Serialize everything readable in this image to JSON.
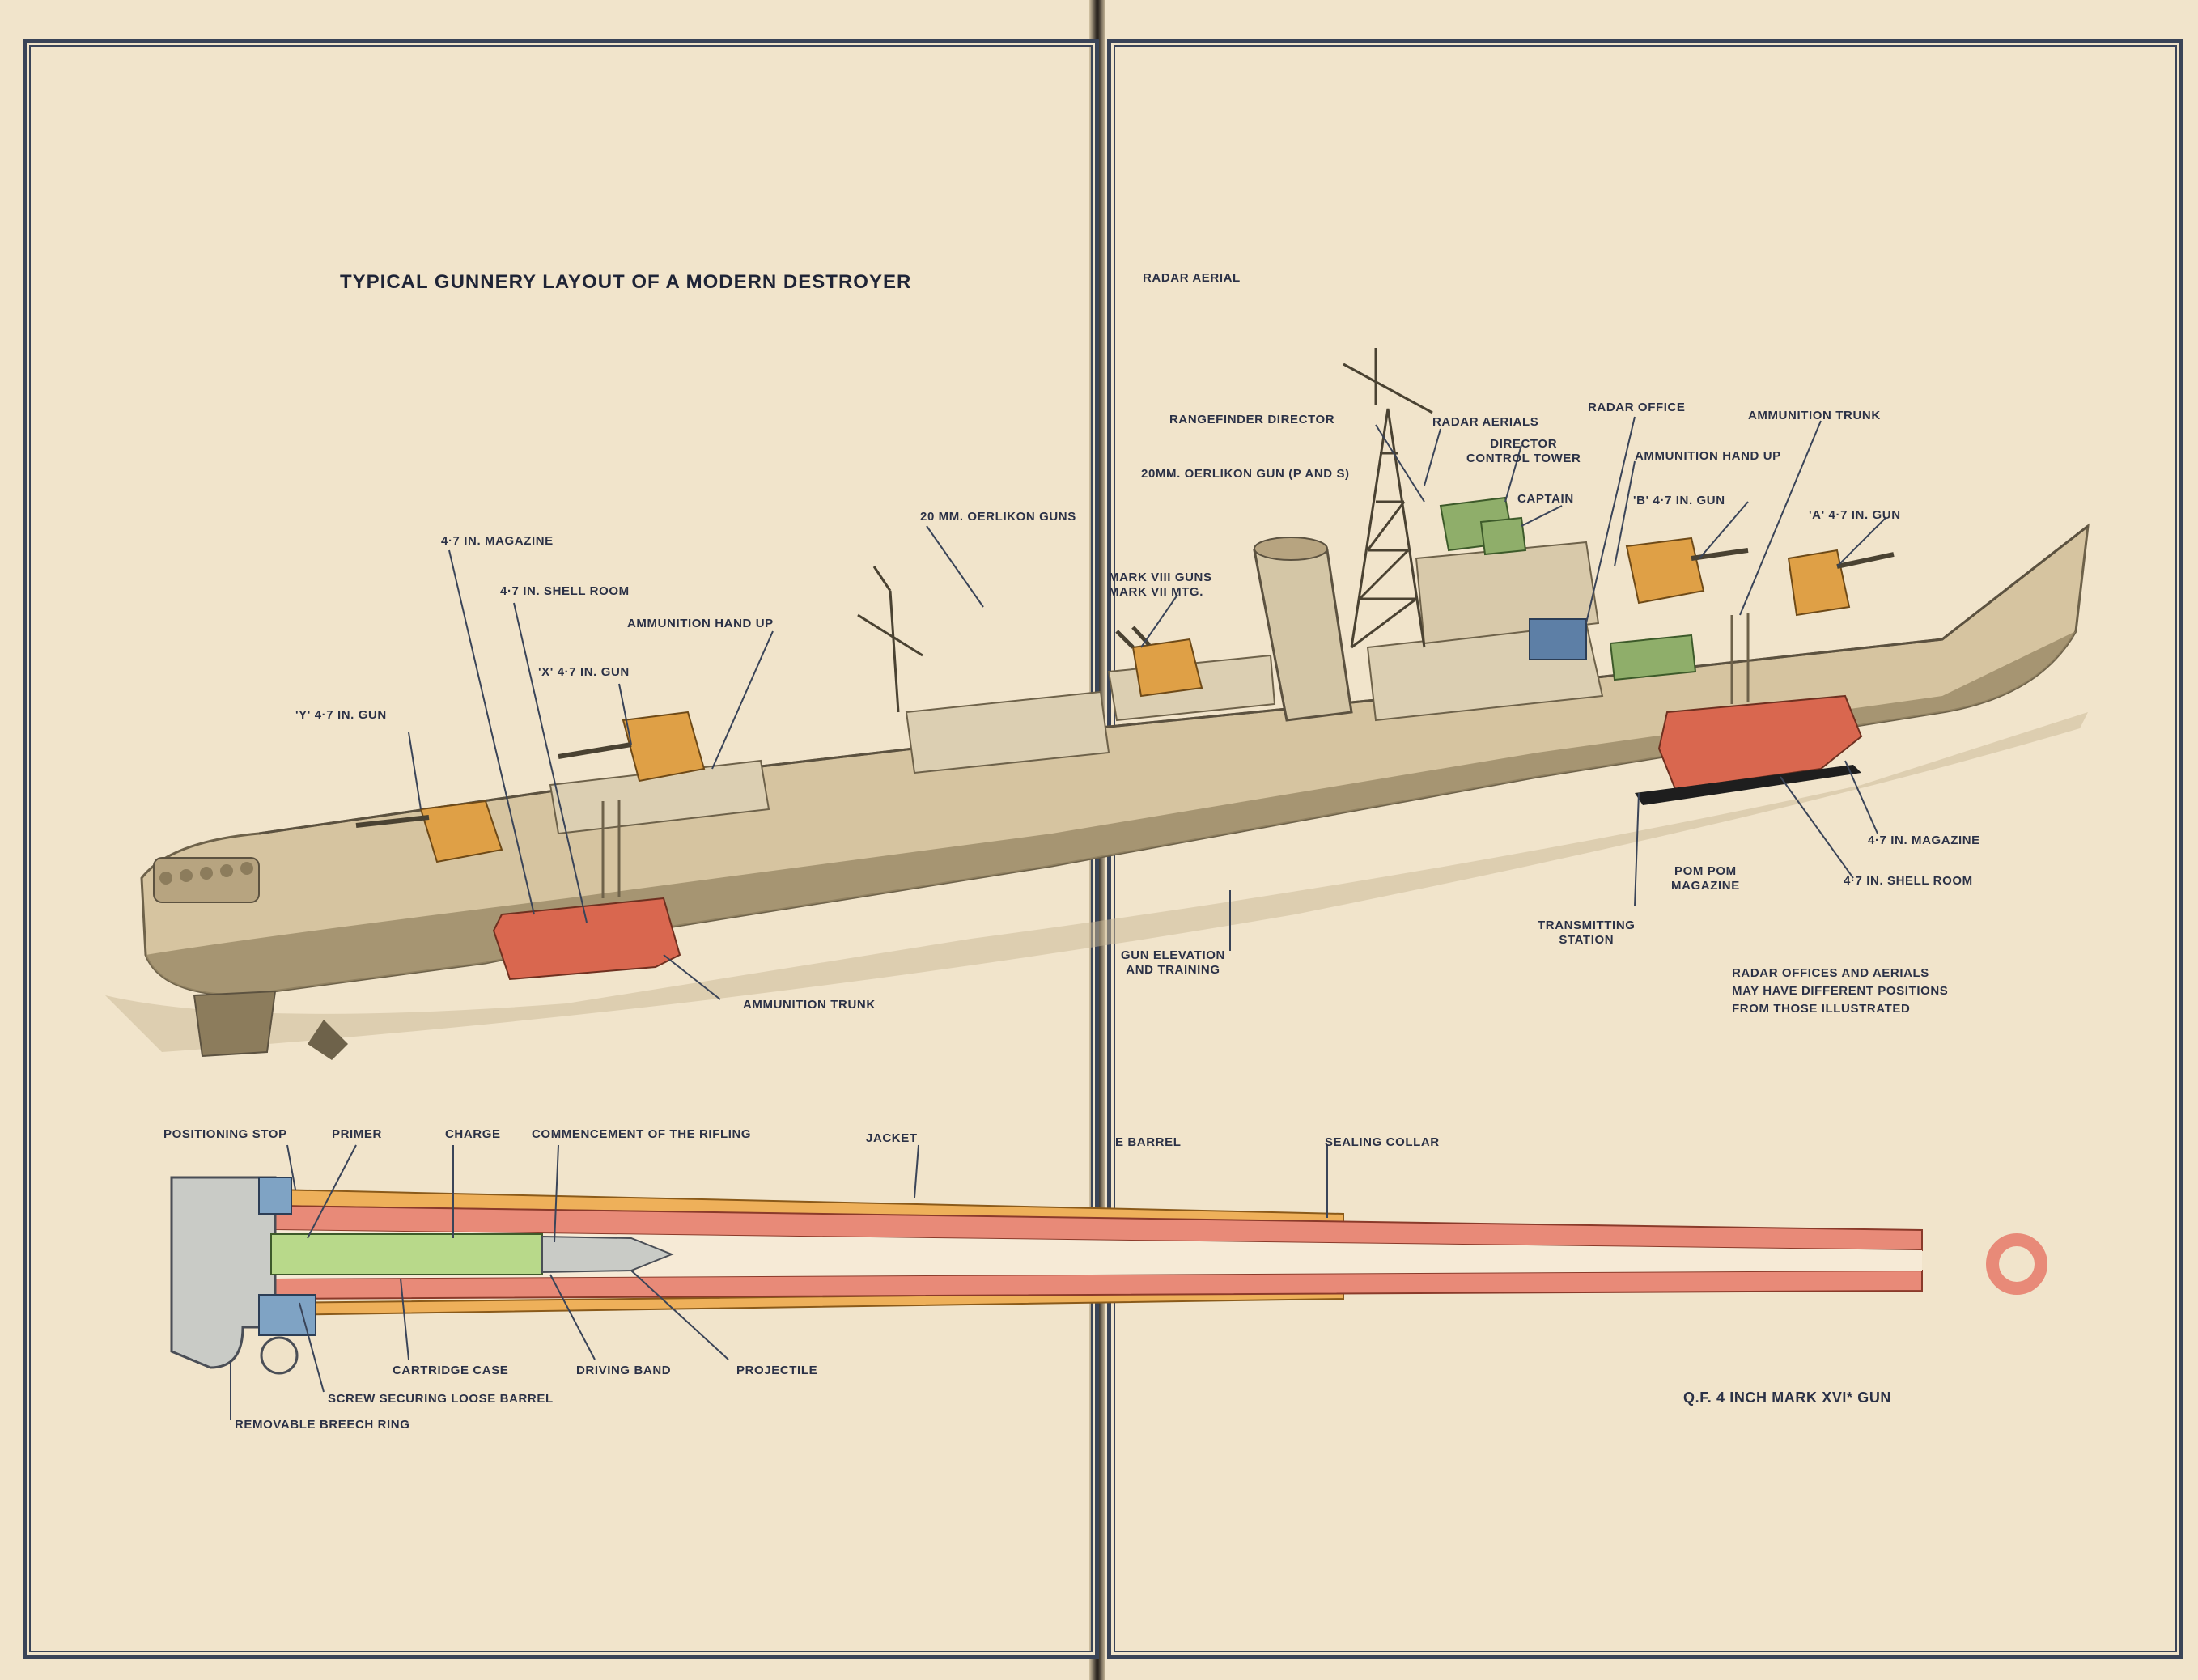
{
  "title": "TYPICAL GUNNERY LAYOUT OF A MODERN DESTROYER",
  "ship_labels": {
    "radar_aerial": "RADAR AERIAL",
    "rangefinder_director": "RANGEFINDER DIRECTOR",
    "radar_aerials": "RADAR AERIALS",
    "radar_office": "RADAR OFFICE",
    "ammunition_trunk_fwd": "AMMUNITION TRUNK",
    "director_control_tower": "DIRECTOR\nCONTROL TOWER",
    "ammunition_hand_up_fwd": "AMMUNITION HAND UP",
    "oerlikon_ps": "20MM. OERLIKON GUN (P AND S)",
    "captain": "CAPTAIN",
    "b_gun": "'B' 4·7 IN. GUN",
    "a_gun": "'A' 4·7 IN. GUN",
    "oerlikon_guns": "20 MM. OERLIKON GUNS",
    "mark_viii_guns": "MARK VIII GUNS\nMARK VII MTG.",
    "aft_magazine": "4·7 IN. MAGAZINE",
    "aft_shell_room": "4·7 IN. SHELL ROOM",
    "ammunition_hand_up_aft": "AMMUNITION HAND UP",
    "x_gun": "'X' 4·7 IN. GUN",
    "y_gun": "'Y' 4·7 IN. GUN",
    "ammunition_trunk_aft": "AMMUNITION TRUNK",
    "gun_elevation": "GUN ELEVATION\nAND TRAINING",
    "transmitting_station": "TRANSMITTING\nSTATION",
    "pom_pom_magazine": "POM POM\nMAGAZINE",
    "fwd_magazine": "4·7 IN. MAGAZINE",
    "fwd_shell_room": "4·7 IN. SHELL ROOM",
    "radar_note": "RADAR OFFICES AND AERIALS\nMAY HAVE DIFFERENT POSITIONS\nFROM THOSE ILLUSTRATED"
  },
  "gun_labels": {
    "positioning_stop": "POSITIONING STOP",
    "primer": "PRIMER",
    "charge": "CHARGE",
    "rifling": "COMMENCEMENT OF THE RIFLING",
    "jacket": "JACKET",
    "barrel": "E BARREL",
    "sealing_collar": "SEALING COLLAR",
    "cartridge_case": "CARTRIDGE CASE",
    "driving_band": "DRIVING BAND",
    "projectile": "PROJECTILE",
    "screw": "SCREW SECURING LOOSE BARREL",
    "breech_ring": "REMOVABLE BREECH RING",
    "gun_title": "Q.F. 4 INCH MARK XVI* GUN"
  },
  "colors": {
    "frame": "#3a4458",
    "hull": "#d3c09c",
    "hull_shadow": "#8c7c5c",
    "superstructure": "#dccfb2",
    "magazine_red": "#d9674f",
    "gun_orange": "#dfa046",
    "director_green": "#8fae6a",
    "radar_blue": "#5d7fa6",
    "barrel_pink": "#e88a78",
    "jacket_orange": "#eeb05a",
    "charge_green": "#b8d98a",
    "breech_blue": "#7fa3c4",
    "breech_grey": "#c9cbc6",
    "label": "#2b3146"
  }
}
